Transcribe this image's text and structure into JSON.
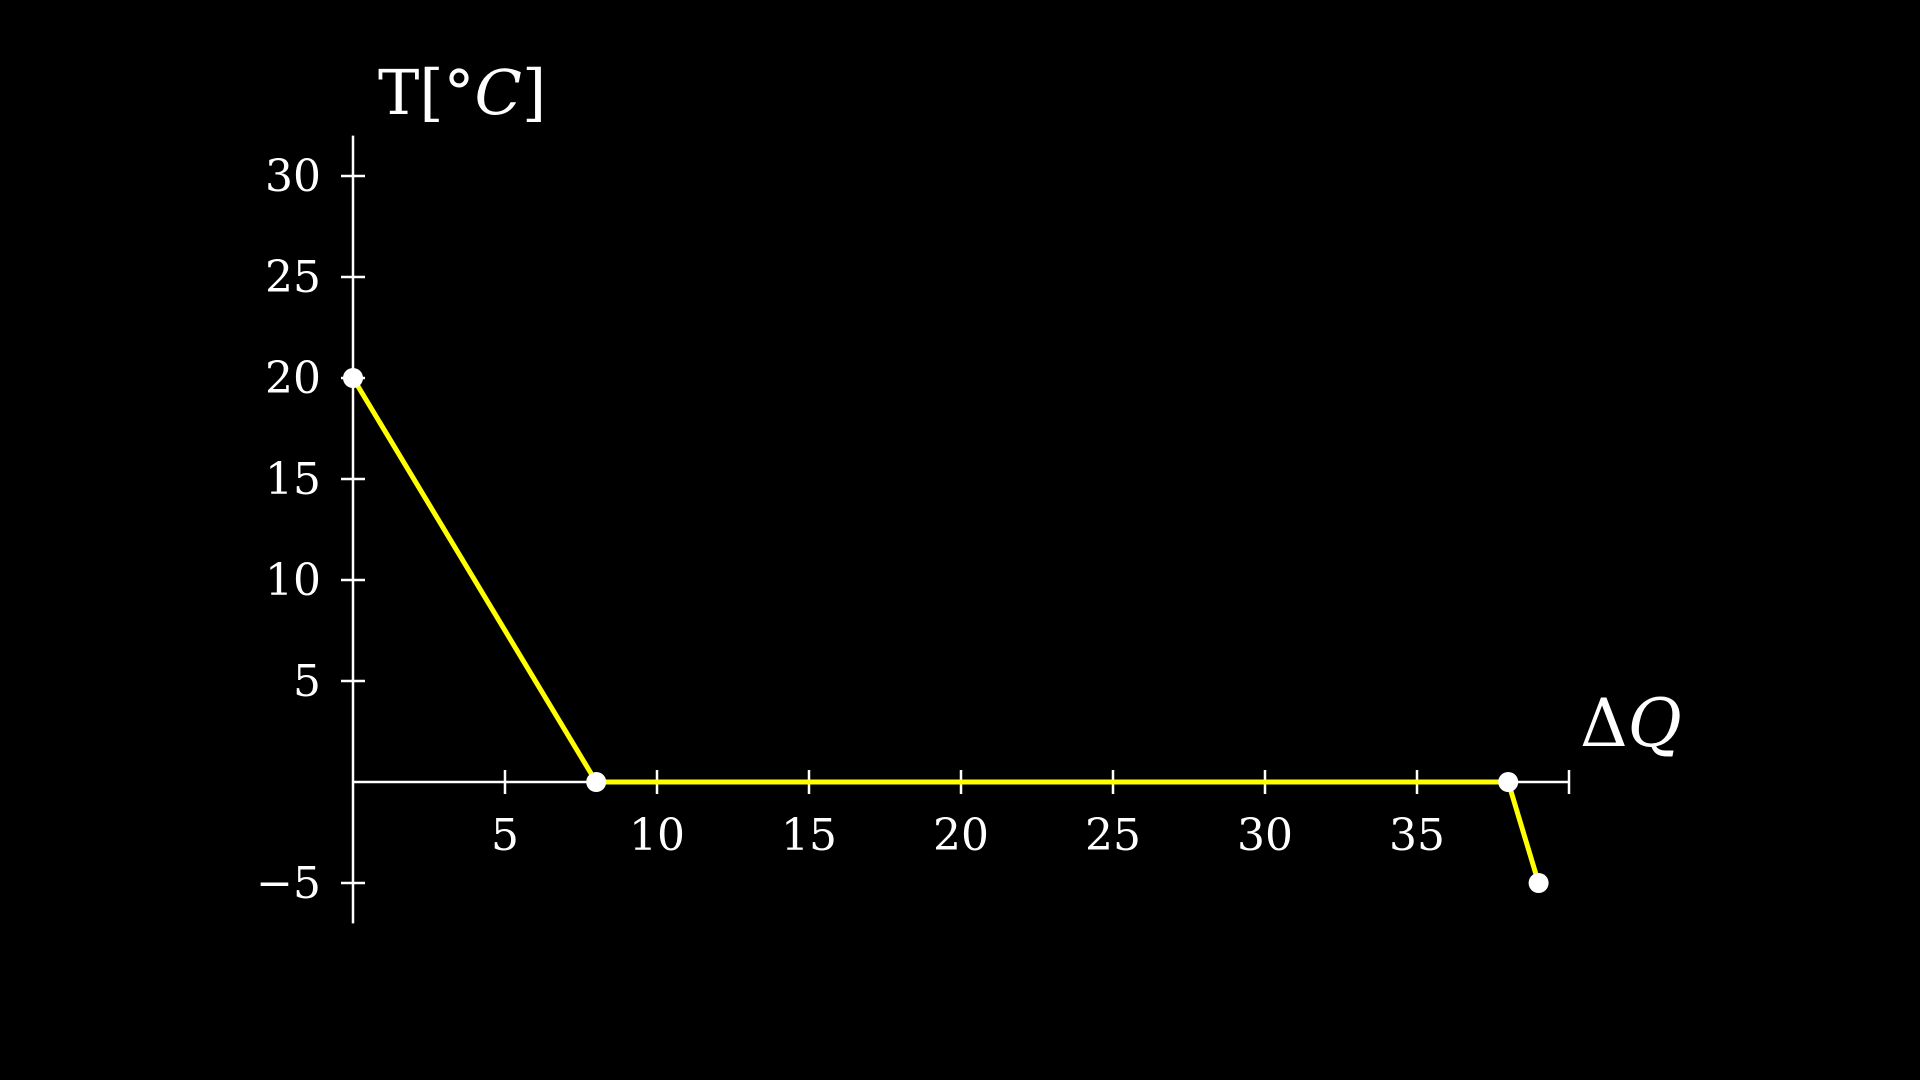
{
  "chart_data": {
    "type": "line",
    "ylabel_main": "T[",
    "ylabel_unit": "°C",
    "ylabel_close": "]",
    "xlabel_delta": "Δ",
    "xlabel_var": "Q",
    "xlim": [
      0,
      40
    ],
    "ylim": [
      -7,
      32
    ],
    "x_ticks": [
      5,
      10,
      15,
      20,
      25,
      30,
      35
    ],
    "x_tick_labels": [
      "5",
      "10",
      "15",
      "20",
      "25",
      "30",
      "35"
    ],
    "y_ticks": [
      -5,
      5,
      10,
      15,
      20,
      25,
      30
    ],
    "y_tick_labels": [
      "−5",
      "5",
      "10",
      "15",
      "20",
      "25",
      "30"
    ],
    "grid": false,
    "series": [
      {
        "x": [
          0,
          8,
          38,
          39
        ],
        "y": [
          20,
          0,
          0,
          -5
        ]
      }
    ],
    "colors": {
      "background": "#000000",
      "axes": "#ffffff",
      "line": "#ffff00",
      "points": "#ffffff"
    }
  }
}
